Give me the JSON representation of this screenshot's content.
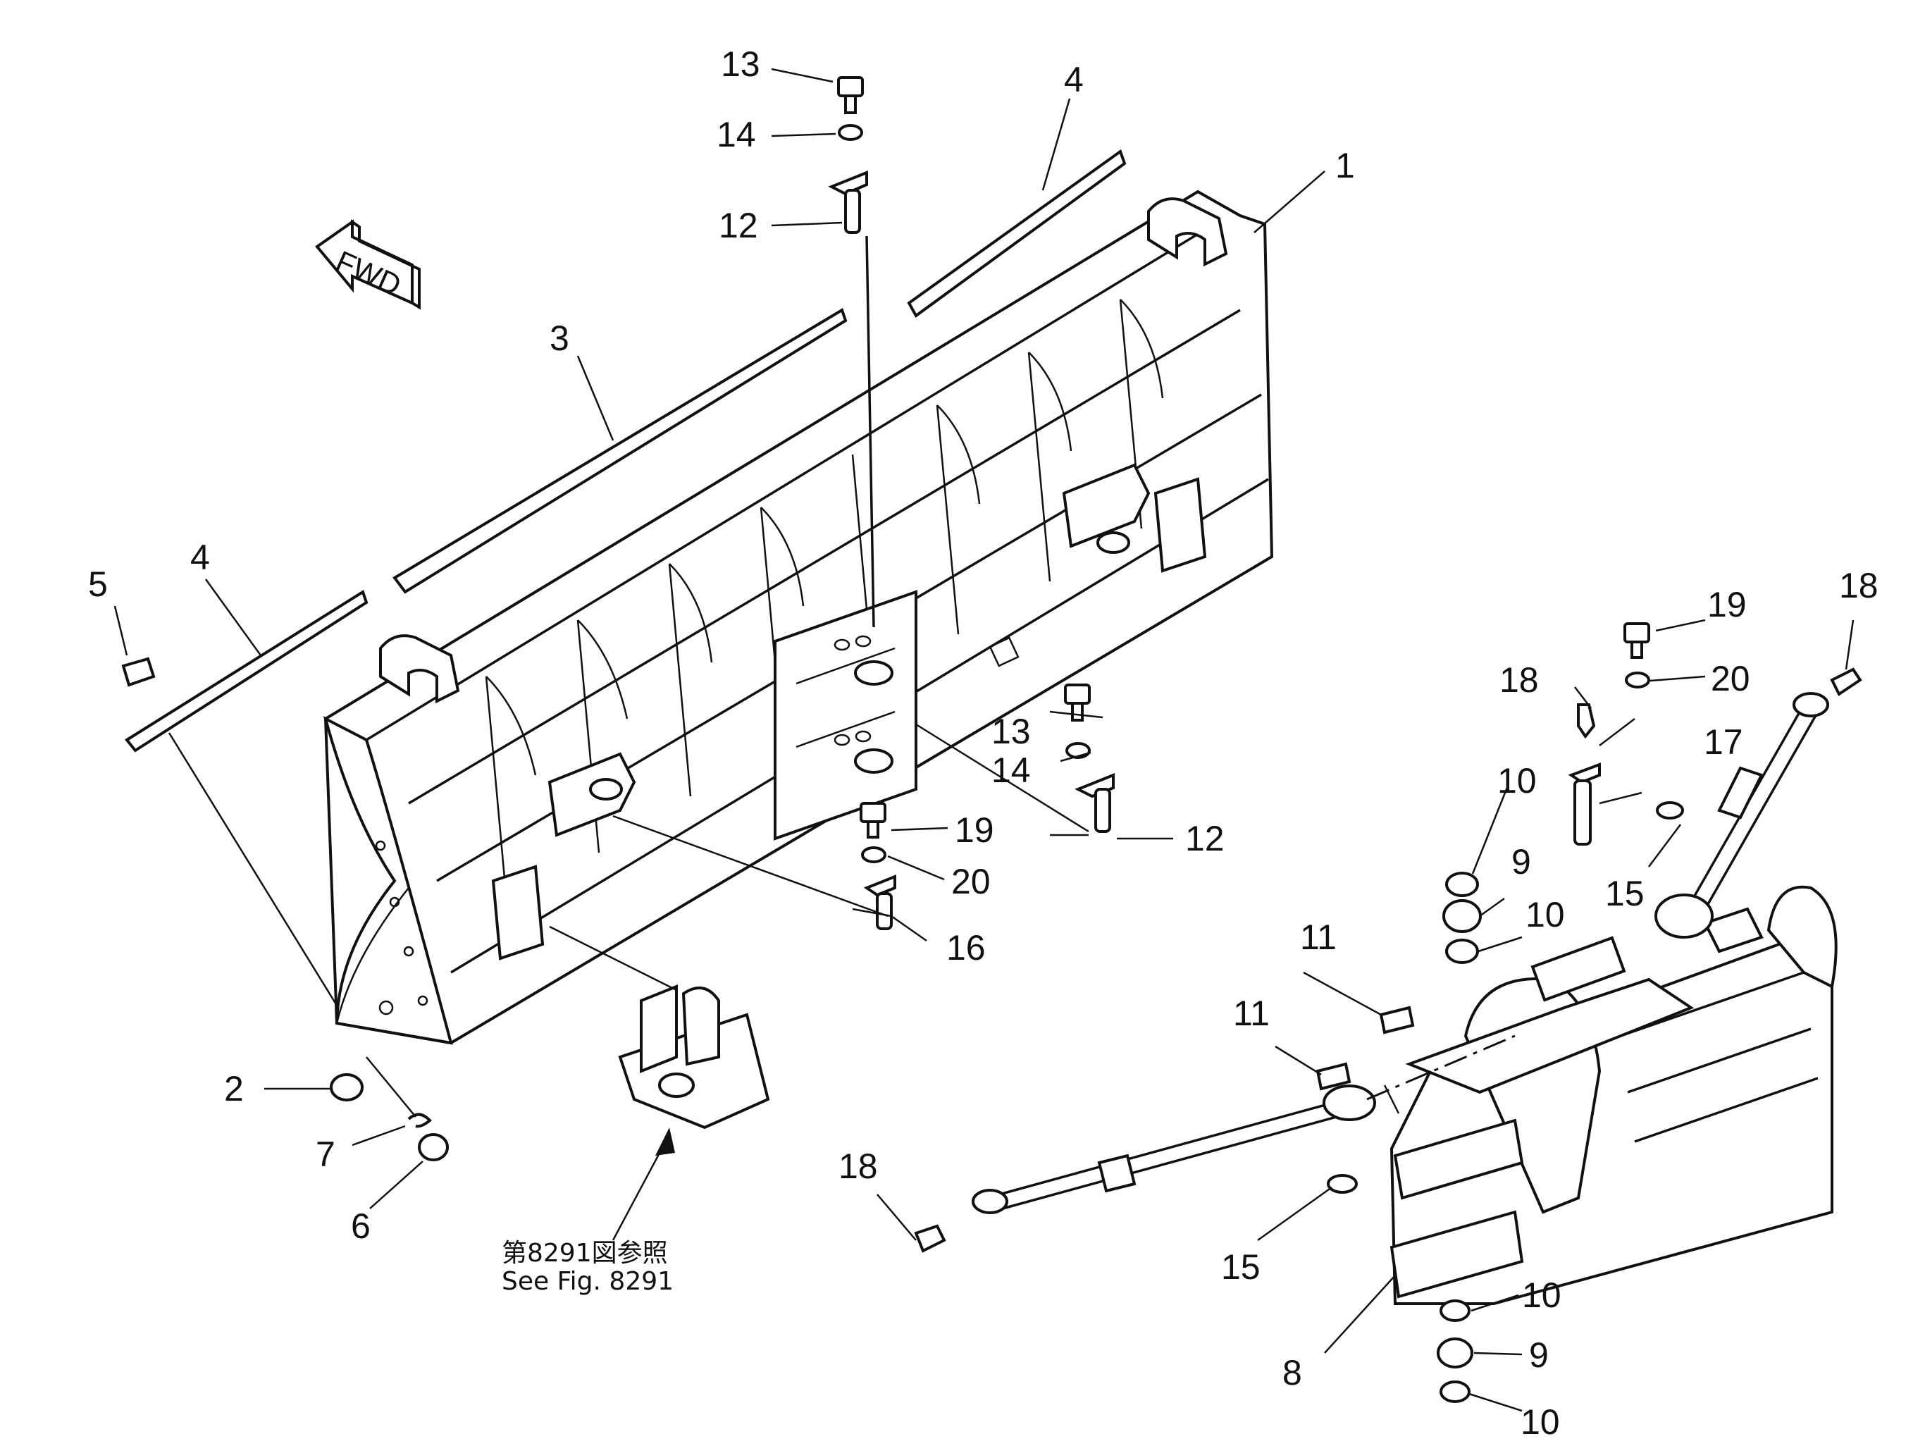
{
  "callouts": {
    "c1": "1",
    "c2": "2",
    "c3": "3",
    "c4a": "4",
    "c4b": "4",
    "c5": "5",
    "c6": "6",
    "c7": "7",
    "c8": "8",
    "c9a": "9",
    "c9b": "9",
    "c10a": "10",
    "c10b": "10",
    "c10c": "10",
    "c10d": "10",
    "c11a": "11",
    "c11b": "11",
    "c12a": "12",
    "c12b": "12",
    "c13a": "13",
    "c13b": "13",
    "c14a": "14",
    "c14b": "14",
    "c15a": "15",
    "c15b": "15",
    "c16": "16",
    "c17": "17",
    "c18a": "18",
    "c18b": "18",
    "c18c": "18",
    "c19a": "19",
    "c19b": "19",
    "c20a": "20",
    "c20b": "20"
  },
  "fwd_label": "FWD",
  "reference_note": {
    "line1": "第8291図参照",
    "line2": "See  Fig. 8291"
  }
}
